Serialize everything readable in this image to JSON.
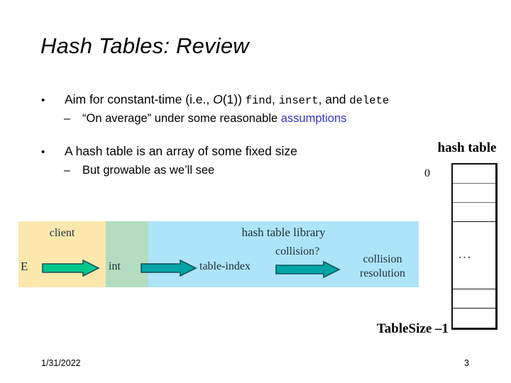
{
  "slide": {
    "title": "Hash Tables: Review",
    "footer": {
      "date": "1/31/2022",
      "page_number": "3"
    }
  },
  "bullets": [
    {
      "level": 1,
      "marker": "•",
      "segments": [
        {
          "text": "Aim for constant-time (i.e., ",
          "style": "plain"
        },
        {
          "text": "O",
          "style": "italic"
        },
        {
          "text": "(1)) ",
          "style": "plain"
        },
        {
          "text": "find",
          "style": "mono"
        },
        {
          "text": ", ",
          "style": "plain"
        },
        {
          "text": "insert",
          "style": "mono"
        },
        {
          "text": ", and ",
          "style": "plain"
        },
        {
          "text": "delete",
          "style": "mono"
        }
      ]
    },
    {
      "level": 2,
      "marker": "–",
      "segments": [
        {
          "text": "“On average” under some reasonable ",
          "style": "plain"
        },
        {
          "text": "assumptions",
          "style": "blue"
        }
      ]
    },
    {
      "level": 1,
      "marker": "•",
      "segments": [
        {
          "text": "A hash table is an array of some fixed size",
          "style": "plain"
        }
      ]
    },
    {
      "level": 2,
      "marker": "–",
      "segments": [
        {
          "text": "But growable as we’ll see",
          "style": "plain"
        }
      ]
    }
  ],
  "pipeline": {
    "bands": [
      {
        "name": "client",
        "label": "client",
        "color": "#fce7ad"
      },
      {
        "name": "int",
        "label": "",
        "color": "#b3dcc1"
      },
      {
        "name": "library",
        "label": "hash table library",
        "color": "#aee4f9"
      }
    ],
    "labels": {
      "input": "E",
      "int": "int",
      "table_index": "table-index",
      "collision_question": "collision?",
      "collision_resolution_line1": "collision",
      "collision_resolution_line2": "resolution"
    },
    "arrows": [
      {
        "name": "arrow-e-to-int",
        "fill": "#00c88c",
        "stroke": "#16505c"
      },
      {
        "name": "arrow-int-to-table-index",
        "fill": "#00a5a5",
        "stroke": "#16505c"
      },
      {
        "name": "arrow-table-index-to-collision",
        "fill": "#00a5a5",
        "stroke": "#16505c"
      }
    ]
  },
  "hash_table": {
    "caption": "hash table",
    "first_index_label": "0",
    "last_index_label": "TableSize –1",
    "ellipsis": "…",
    "cells": [
      {
        "kind": "normal"
      },
      {
        "kind": "normal"
      },
      {
        "kind": "normal"
      },
      {
        "kind": "tall"
      },
      {
        "kind": "normal"
      },
      {
        "kind": "last"
      }
    ]
  },
  "colors": {
    "client_band": "#fce7ad",
    "int_band": "#b3dcc1",
    "library_band": "#aee4f9",
    "arrow_green": "#00c88c",
    "arrow_teal": "#00a5a5",
    "link_blue": "#3333cc"
  }
}
